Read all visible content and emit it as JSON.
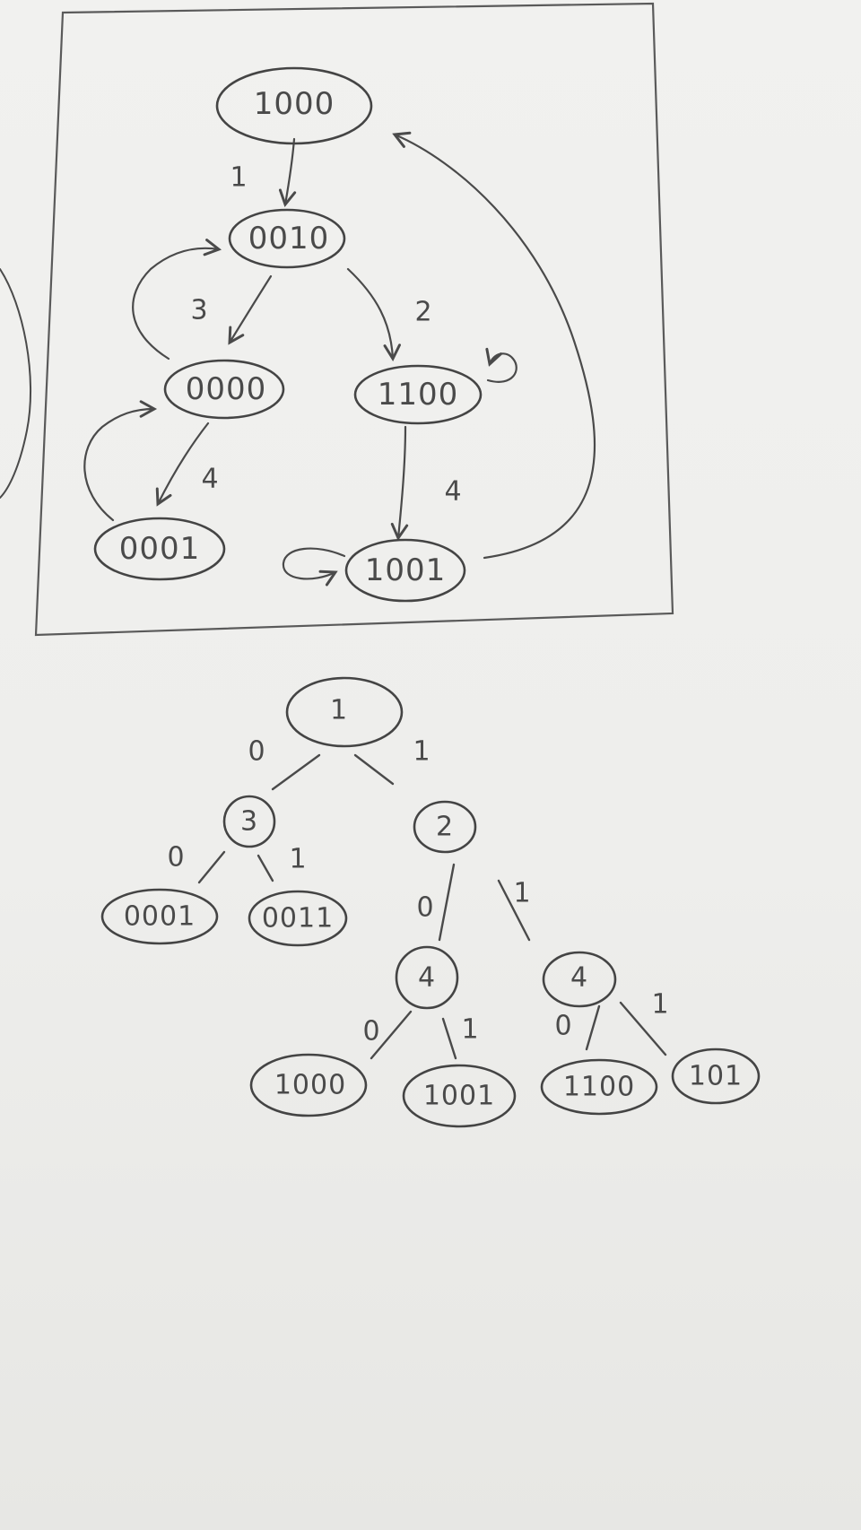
{
  "state_diagram": {
    "states": [
      {
        "id": "s1000",
        "label": "1000"
      },
      {
        "id": "s0010",
        "label": "0010"
      },
      {
        "id": "s0000",
        "label": "0000"
      },
      {
        "id": "s1100",
        "label": "1100"
      },
      {
        "id": "s0001",
        "label": "0001"
      },
      {
        "id": "s1001",
        "label": "1001"
      }
    ],
    "transitions": [
      {
        "from": "s1000",
        "to": "s0010",
        "label": "1"
      },
      {
        "from": "s0010",
        "to": "s0000",
        "label": ""
      },
      {
        "from": "s0000",
        "to": "s0010",
        "label": "3"
      },
      {
        "from": "s0010",
        "to": "s1100",
        "label": "2"
      },
      {
        "from": "s1100",
        "to": "s1100",
        "label": ""
      },
      {
        "from": "s1100",
        "to": "s1001",
        "label": "4"
      },
      {
        "from": "s0000",
        "to": "s0001",
        "label": "4"
      },
      {
        "from": "s0001",
        "to": "s0000",
        "label": ""
      },
      {
        "from": "s1001",
        "to": "s1001",
        "label": ""
      },
      {
        "from": "s1001",
        "to": "s1000",
        "label": ""
      }
    ]
  },
  "decision_tree": {
    "nodes": [
      {
        "id": "t1",
        "label": "1"
      },
      {
        "id": "t3",
        "label": "3"
      },
      {
        "id": "t2",
        "label": "2"
      },
      {
        "id": "t4a",
        "label": "4"
      },
      {
        "id": "t4b",
        "label": "4"
      },
      {
        "id": "l0001",
        "label": "0001"
      },
      {
        "id": "l0011",
        "label": "0011"
      },
      {
        "id": "l1000",
        "label": "1000"
      },
      {
        "id": "l1001",
        "label": "1001"
      },
      {
        "id": "l1100",
        "label": "1100"
      },
      {
        "id": "l101",
        "label": "101"
      }
    ],
    "edges": [
      {
        "from": "t1",
        "to": "t3",
        "label": "0"
      },
      {
        "from": "t1",
        "to": "t2",
        "label": "1"
      },
      {
        "from": "t3",
        "to": "l0001",
        "label": "0"
      },
      {
        "from": "t3",
        "to": "l0011",
        "label": "1"
      },
      {
        "from": "t2",
        "to": "t4a",
        "label": "0"
      },
      {
        "from": "t2",
        "to": "t4b",
        "label": "1"
      },
      {
        "from": "t4a",
        "to": "l1000",
        "label": "0"
      },
      {
        "from": "t4a",
        "to": "l1001",
        "label": "1"
      },
      {
        "from": "t4b",
        "to": "l1100",
        "label": "0"
      },
      {
        "from": "t4b",
        "to": "l101",
        "label": "1"
      }
    ]
  }
}
